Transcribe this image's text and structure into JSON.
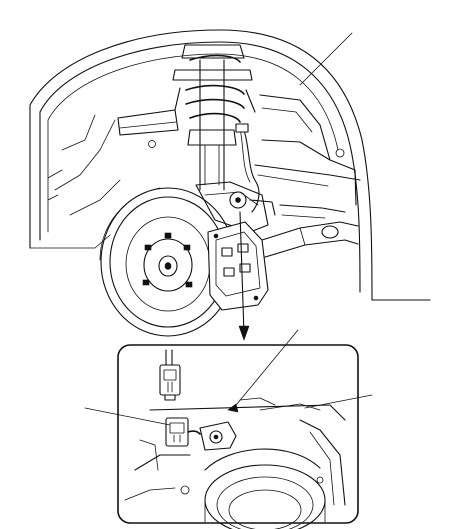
{
  "diagram": {
    "parts": {
      "wheel_well": {
        "icon": "fender-liner-outline"
      },
      "strut": {
        "icon": "coil-spring-strut"
      },
      "brake_disc": {
        "icon": "brake-rotor-hub"
      },
      "caliper": {
        "icon": "brake-caliper"
      },
      "wheel_speed_sensor": {
        "icon": "wheel-speed-sensor-connector"
      }
    },
    "detail_view": {
      "icon": "magnified-inset"
    },
    "leaders": {
      "count_visible": 4
    }
  }
}
